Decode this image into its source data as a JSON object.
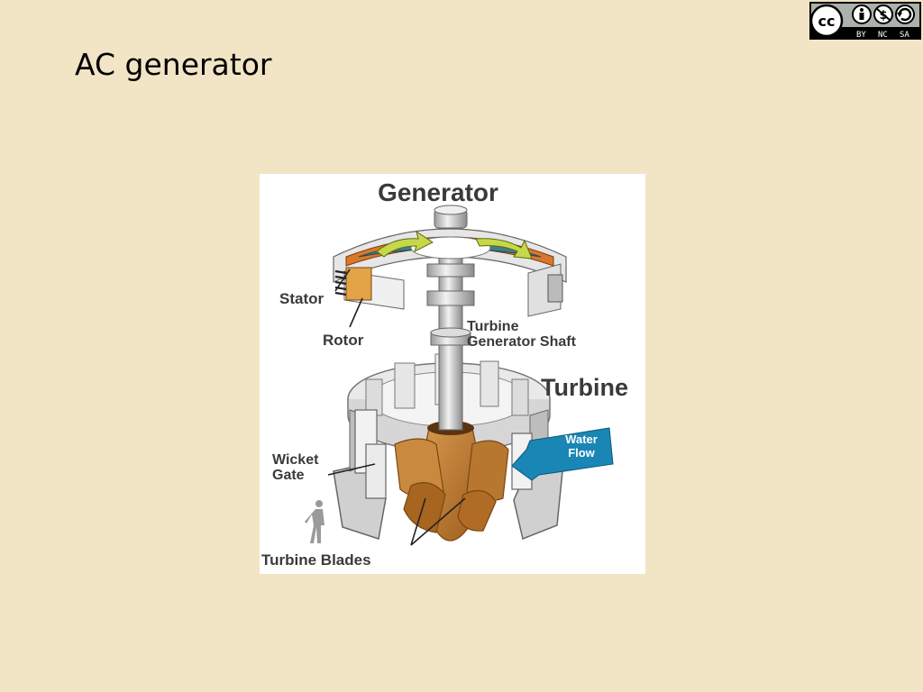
{
  "slide": {
    "title": "AC generator"
  },
  "license_badge": {
    "icons": [
      "creative-commons-icon",
      "attribution-icon",
      "noncommercial-icon",
      "sharealike-icon"
    ],
    "labels": [
      "BY",
      "NC",
      "SA"
    ]
  },
  "diagram": {
    "heading": "Generator",
    "labels": {
      "stator": "Stator",
      "rotor": "Rotor",
      "shaft_line1": "Turbine",
      "shaft_line2": "Generator Shaft",
      "turbine": "Turbine",
      "water_line1": "Water",
      "water_line2": "Flow",
      "wicket_line1": "Wicket",
      "wicket_line2": "Gate",
      "blades": "Turbine Blades"
    },
    "colors": {
      "background": "#f1e5c6",
      "rotor_orange": "#d9772b",
      "rotor_teal": "#3f7f8a",
      "arrow_green": "#c6d84a",
      "blade_brown": "#c27a2c",
      "water_blue": "#1a86b5"
    }
  }
}
